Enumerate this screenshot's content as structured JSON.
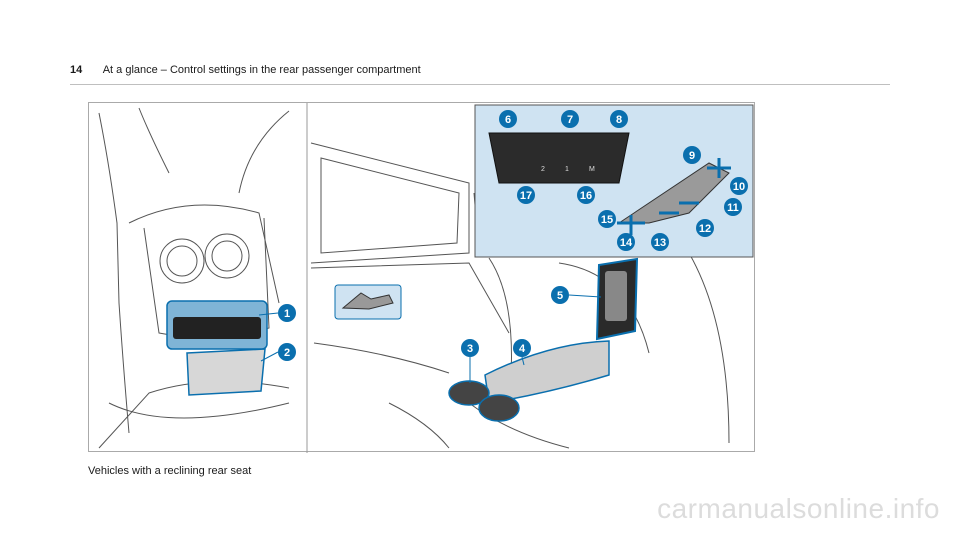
{
  "header": {
    "page_number": "14",
    "title": "At a glance – Control settings in the rear passenger compartment"
  },
  "figure": {
    "callouts": [
      "1",
      "2",
      "3",
      "4",
      "5",
      "6",
      "7",
      "8",
      "9",
      "10",
      "11",
      "12",
      "13",
      "14",
      "15",
      "16",
      "17"
    ],
    "panel_labels": [
      "2",
      "1",
      "M"
    ],
    "accent_color": "#0a6fae",
    "inset_color": "#cfe3f2"
  },
  "caption": "Vehicles with a reclining rear seat",
  "watermark": "carmanualsonline.info"
}
